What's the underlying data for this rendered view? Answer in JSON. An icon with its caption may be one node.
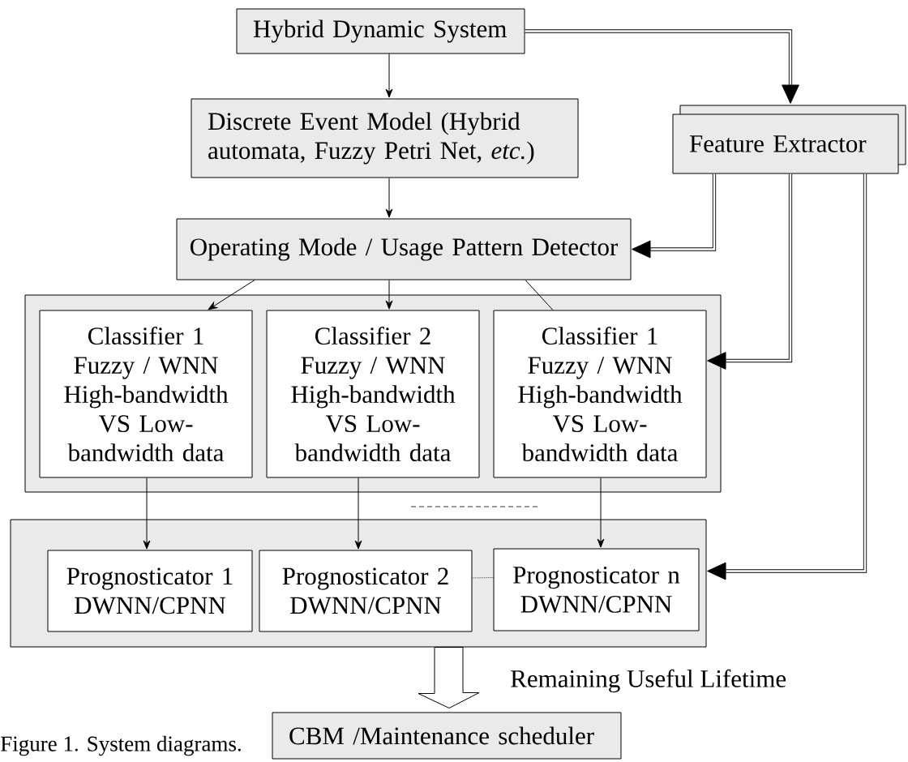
{
  "diagram": {
    "caption": "Figure 1. System diagrams.",
    "nodes": [
      {
        "text": [
          "Hybrid Dynamic System"
        ]
      },
      {
        "text": [
          "Discrete Event Model (Hybrid automata, Fuzzy Petri Net, *etc.*)"
        ]
      },
      {
        "text": [
          "Feature Extractor"
        ]
      },
      {
        "text": [
          "Operating Mode / Usage Pattern Detector"
        ]
      },
      {
        "text": [],
        "shape": "box"
      },
      {
        "text": [
          "Classifier 1",
          "Fuzzy / WNN",
          "High-bandwidth VS Low-bandwidth data"
        ],
        "in": 4
      },
      {
        "text": [
          "Classifier 2",
          "Fuzzy / WNN",
          "High-bandwidth VS Low-bandwidth data"
        ],
        "in": 4
      },
      {
        "text": [
          "Classifier 1",
          "Fuzzy / WNN",
          "High-bandwidth VS Low-bandwidth data"
        ],
        "in": 4
      },
      {
        "text": [],
        "shape": "box"
      },
      {
        "text": [
          "Prognosticator 1",
          "DWNN/CPNN"
        ],
        "in": 8
      },
      {
        "text": [
          "Prognosticator 2",
          "DWNN/CPNN"
        ],
        "in": 8
      },
      {
        "text": [
          "Prognosticator n",
          "DWNN/CPNN"
        ],
        "in": 8
      },
      {
        "text": [
          "CBM /Maintenance scheduler"
        ]
      }
    ],
    "edges": [
      {
        "from": 0,
        "to": 1,
        "arrow": "to"
      },
      {
        "from": 0,
        "to": 2,
        "arrow": "to",
        "style": "thick"
      },
      {
        "from": 1,
        "to": 3,
        "arrow": "to"
      },
      {
        "from": 2,
        "to": 3,
        "arrow": "to",
        "style": "thick"
      },
      {
        "from": 2,
        "to": 7,
        "arrow": "to",
        "style": "thick"
      },
      {
        "from": 2,
        "to": 8,
        "arrow": "to",
        "style": "thick"
      },
      {
        "from": 3,
        "to": 5,
        "arrow": "to"
      },
      {
        "from": 3,
        "to": 6,
        "arrow": "to"
      },
      {
        "from": 3,
        "to": 7,
        "arrow": "none"
      },
      {
        "from": 5,
        "to": 9,
        "arrow": "to"
      },
      {
        "from": 6,
        "to": 10,
        "arrow": "to"
      },
      {
        "from": 7,
        "to": 11,
        "arrow": "to"
      },
      {
        "from": 10,
        "to": 11,
        "arrow": "none",
        "style": "dashed"
      },
      {
        "from": 8,
        "to": 12,
        "arrow": "to",
        "label": "Remaining Useful Lifetime"
      }
    ]
  }
}
